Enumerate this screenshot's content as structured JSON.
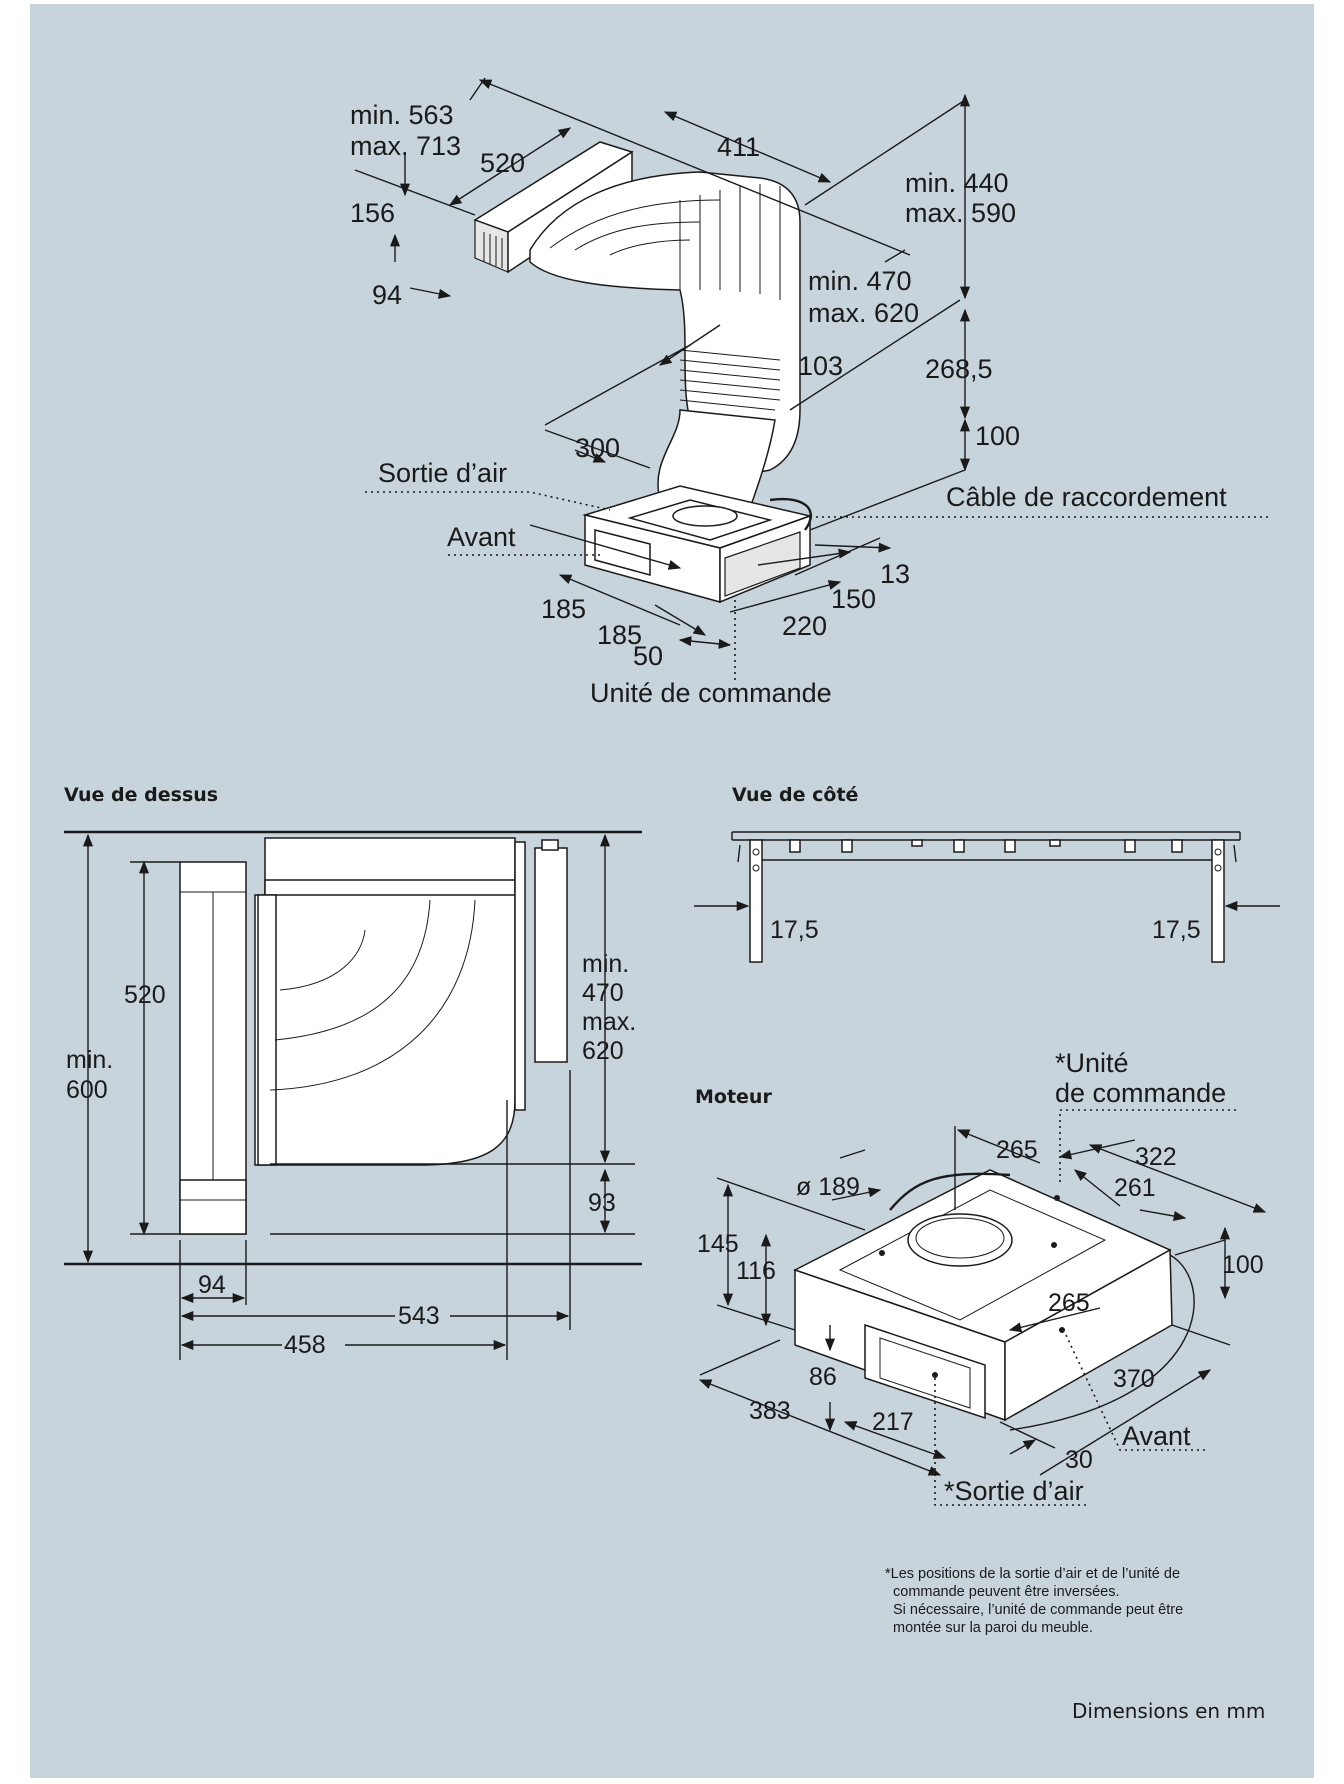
{
  "iso": {
    "dims": {
      "min563": "min. 563",
      "max713": "max. 713",
      "d520": "520",
      "d156": "156",
      "d94": "94",
      "d411": "411",
      "min440": "min. 440",
      "max590": "max. 590",
      "min470": "min. 470",
      "max620": "max. 620",
      "d103": "103",
      "d268_5": "268,5",
      "d300": "300",
      "d100": "100",
      "d13": "13",
      "d150": "150",
      "d220": "220",
      "d185a": "185",
      "d185b": "185",
      "d50": "50"
    },
    "labels": {
      "sortie_air": "Sortie d’air",
      "avant": "Avant",
      "cable": "Câble de raccordement",
      "unite": "Unité de commande"
    }
  },
  "top_view": {
    "heading": "Vue de dessus",
    "dims": {
      "d520": "520",
      "min": "min.",
      "d600": "600",
      "min_b": "min.",
      "d470": "470",
      "max": "max.",
      "d620": "620",
      "d93": "93",
      "d94": "94",
      "d543": "543",
      "d458": "458"
    }
  },
  "side_view": {
    "heading": "Vue de côté",
    "dims": {
      "left": "17,5",
      "right": "17,5"
    }
  },
  "motor": {
    "heading": "Moteur",
    "dims": {
      "d265a": "265",
      "d322": "322",
      "dia189": "ø 189",
      "d261": "261",
      "d145": "145",
      "d116": "116",
      "d100": "100",
      "d265b": "265",
      "d86": "86",
      "d370": "370",
      "d383": "383",
      "d217": "217",
      "d30": "30"
    },
    "labels": {
      "unite_1": "*Unité",
      "unite_2": "de commande",
      "avant": "Avant",
      "sortie": "*Sortie d’air"
    }
  },
  "footnote": {
    "line1": "*Les positions de la sortie d’air et de l’unité de",
    "line2": "commande peuvent être inversées.",
    "line3": "Si nécessaire, l’unité de commande peut être",
    "line4": "montée sur la paroi du meuble."
  },
  "footer": "Dimensions en mm",
  "colors": {
    "background": "#c8d4dc",
    "ink": "#1a1a1a",
    "part": "#ffffff"
  }
}
